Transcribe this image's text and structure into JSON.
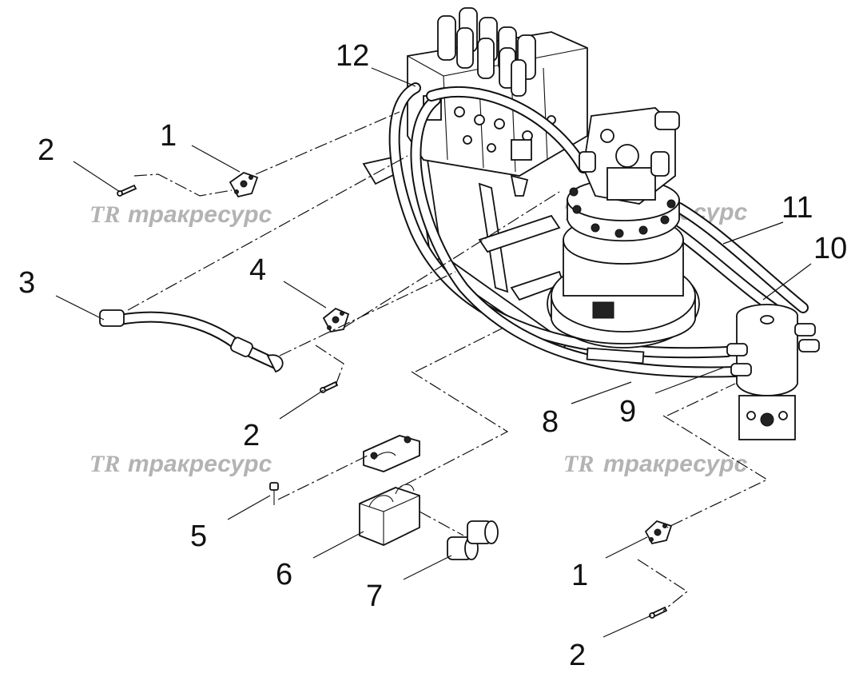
{
  "diagram": {
    "callouts": {
      "c1_top": "1",
      "c2_top": "2",
      "c3": "3",
      "c4": "4",
      "c2_mid": "2",
      "c5": "5",
      "c6": "6",
      "c7": "7",
      "c8": "8",
      "c9": "9",
      "c10": "10",
      "c11": "11",
      "c12": "12",
      "c1_bottom": "1",
      "c2_bottom": "2"
    },
    "watermark": {
      "logo": "TR",
      "text": "тракресурс"
    }
  }
}
